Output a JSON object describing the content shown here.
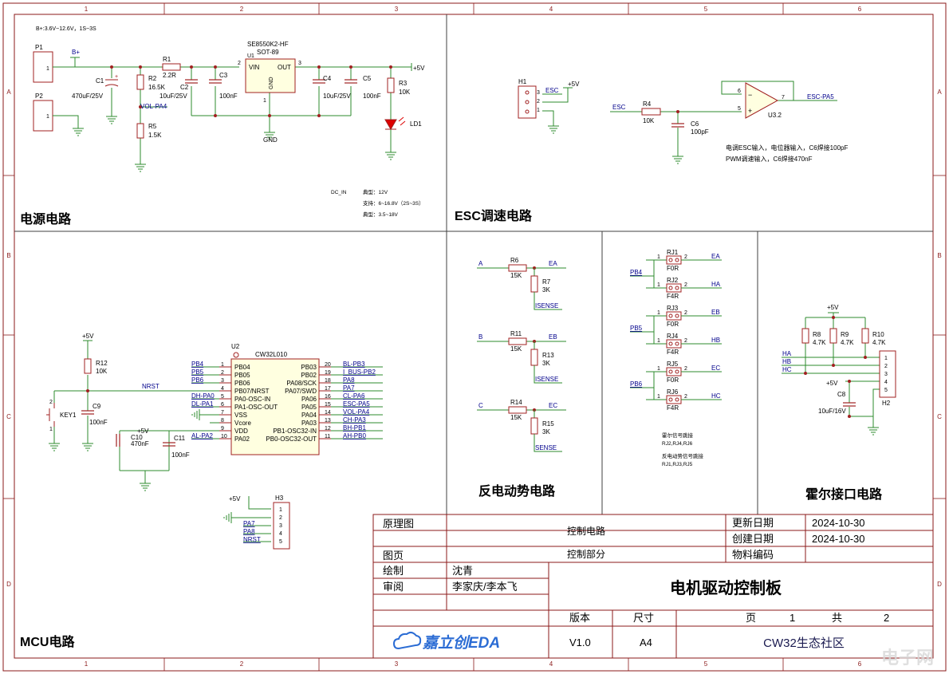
{
  "colors": {
    "border": "#8B1A1A",
    "wire": "#2E8B2E",
    "comp": "#A02020",
    "label": "#00008B",
    "text": "#000000"
  },
  "frame": {
    "col_numbers": [
      "1",
      "2",
      "3",
      "4",
      "5",
      "6"
    ],
    "row_letters": [
      "A",
      "B",
      "C",
      "D"
    ]
  },
  "sections": {
    "power": "电源电路",
    "esc": "ESC调速电路",
    "mcu": "MCU电路",
    "bemf": "反电动势电路",
    "hall": "霍尔接口电路"
  },
  "power": {
    "note": "B+:3.6V~12.6V，1S~3S",
    "P1": "P1",
    "P2": "P2",
    "pin1": "1",
    "bplus": "B+",
    "C1": "C1",
    "C1_val": "470uF/25V",
    "R2": "R2",
    "R2_val": "16.5K",
    "vol_pa4": "VOL-PA4",
    "R5": "R5",
    "R5_val": "1.5K",
    "R1": "R1",
    "R1_val": "2.2R",
    "C2": "C2",
    "C2_val": "10uF/25V",
    "C3": "C3",
    "C3_val": "100nF",
    "U1_part": "SE8550K2-HF",
    "U1_pkg": "SOT-89",
    "U1": "U1",
    "vin": "VIN",
    "out": "OUT",
    "gnd_pin": "GND",
    "pin2": "2",
    "pin3": "3",
    "pin1b": "1",
    "gnd": "GND",
    "C4": "C4",
    "C4_val": "10uF/25V",
    "C5": "C5",
    "C5_val": "100nF",
    "R3": "R3",
    "R3_val": "10K",
    "vcc": "+5V",
    "LD1": "LD1",
    "dcin": "DC_IN",
    "typ": "典型：12V",
    "support": "支持：6~16.8V（2S~3S）",
    "typ2": "典型：3.5~18V"
  },
  "esc": {
    "H1": "H1",
    "pins": [
      "3",
      "2",
      "1"
    ],
    "esc": "ESC",
    "vcc": "+5V",
    "esc_in": "ESC",
    "R4": "R4",
    "R4_val": "10K",
    "C6": "C6",
    "C6_val": "100pF",
    "pin6": "6",
    "pin5": "5",
    "pin7": "7",
    "out": "ESC-PA5",
    "U3": "U3.2",
    "note1": "电调ESC输入，电位器输入，C6焊接100pF",
    "note2": "PWM调速输入，C6焊接470nF"
  },
  "mcu": {
    "vcc": "+5V",
    "R12": "R12",
    "R12_val": "10K",
    "nrst": "NRST",
    "KEY1": "KEY1",
    "k2": "2",
    "k1": "1",
    "C9": "C9",
    "C9_val": "100nF",
    "C10": "C10",
    "C10_val": "470nF",
    "C11": "C11",
    "C11_val": "100nF",
    "vcc2": "+5V",
    "U2": "U2",
    "U2_part": "CW32L010",
    "left_nets": [
      "PB4",
      "PB5",
      "PB6",
      "",
      "DH-PA0",
      "DL-PA1",
      "",
      "",
      "",
      "AL-PA2"
    ],
    "left_nums": [
      "1",
      "2",
      "3",
      "4",
      "5",
      "6",
      "7",
      "8",
      "9",
      "10"
    ],
    "left_pins": [
      "PB04",
      "PB05",
      "PB06",
      "PB07/NRST",
      "PA0-OSC-IN",
      "PA1-OSC-OUT",
      "VSS",
      "Vcore",
      "VDD",
      "PA02"
    ],
    "right_pins": [
      "PB03",
      "PB02",
      "PA08/SCK",
      "PA07/SWD",
      "PA06",
      "PA05",
      "PA04",
      "PA03",
      "PB1-OSC32-IN",
      "PB0-OSC32-OUT"
    ],
    "right_nums": [
      "20",
      "19",
      "18",
      "17",
      "16",
      "15",
      "14",
      "13",
      "12",
      "11"
    ],
    "right_nets": [
      "BL-PB3",
      "I_BUS-PB2",
      "PA8",
      "PA7",
      "CL-PA6",
      "ESC-PA5",
      "VOL-PA4",
      "CH-PA3",
      "BH-PB1",
      "AH-PB0"
    ],
    "H3": "H3",
    "h3_vcc": "+5V",
    "h3_nets": [
      "",
      "",
      "PA7",
      "PA8",
      "NRST"
    ],
    "h3_nums": [
      "1",
      "2",
      "3",
      "4",
      "5"
    ]
  },
  "bemf": {
    "rows": [
      {
        "in": "A",
        "r1": "R6",
        "r1v": "15K",
        "out": "EA",
        "r2": "R7",
        "r2v": "3K",
        "gnd": "ISENSE"
      },
      {
        "in": "B",
        "r1": "R11",
        "r1v": "15K",
        "out": "EB",
        "r2": "R13",
        "r2v": "3K",
        "gnd": "ISENSE"
      },
      {
        "in": "C",
        "r1": "R14",
        "r1v": "15K",
        "out": "EC",
        "r2": "R15",
        "r2v": "3K",
        "gnd": "SENSE"
      }
    ]
  },
  "jumpers": {
    "groups": [
      {
        "net": "PB4",
        "a": {
          "ref": "RJ1",
          "val": "F0R",
          "out": "EA"
        },
        "b": {
          "ref": "RJ2",
          "val": "F4R",
          "out": "HA"
        }
      },
      {
        "net": "PB5",
        "a": {
          "ref": "RJ3",
          "val": "F0R",
          "out": "EB"
        },
        "b": {
          "ref": "RJ4",
          "val": "F4R",
          "out": "HB"
        }
      },
      {
        "net": "PB6",
        "a": {
          "ref": "RJ5",
          "val": "F0R",
          "out": "EC"
        },
        "b": {
          "ref": "RJ6",
          "val": "F4R",
          "out": "HC"
        }
      }
    ],
    "p1": "1",
    "p2": "2",
    "note1": "霍尔信号跳接",
    "note1b": "RJ2,RJ4,RJ6",
    "note2": "反电动势信号跳接",
    "note2b": "RJ1,RJ3,RJ5"
  },
  "hall": {
    "vcc": "+5V",
    "R8": "R8",
    "R8_val": "4.7K",
    "R9": "R9",
    "R9_val": "4.7K",
    "R10": "R10",
    "R10_val": "4.7K",
    "nets": [
      "HA",
      "HB",
      "HC"
    ],
    "vcc2": "+5V",
    "C8": "C8",
    "C8_val": "10uF/16V",
    "H2": "H2",
    "nums": [
      "1",
      "2",
      "3",
      "4",
      "5"
    ]
  },
  "titleblock": {
    "drawing_label": "原理图",
    "drawing": "控制电路",
    "sheet_label": "图页",
    "sheet": "控制部分",
    "drawn_label": "绘制",
    "drawn": "沈青",
    "review_label": "审阅",
    "review": "李家庆/李本飞",
    "update_label": "更新日期",
    "update": "2024-10-30",
    "create_label": "创建日期",
    "create": "2024-10-30",
    "material_label": "物料编码",
    "material": "",
    "title": "电机驱动控制板",
    "ver_label": "版本",
    "ver": "V1.0",
    "size_label": "尺寸",
    "size": "A4",
    "page_label": "页",
    "page": "1",
    "of_label": "共",
    "total": "2",
    "logo": "嘉立创EDA",
    "community": "CW32生态社区"
  },
  "watermark": "电子网"
}
